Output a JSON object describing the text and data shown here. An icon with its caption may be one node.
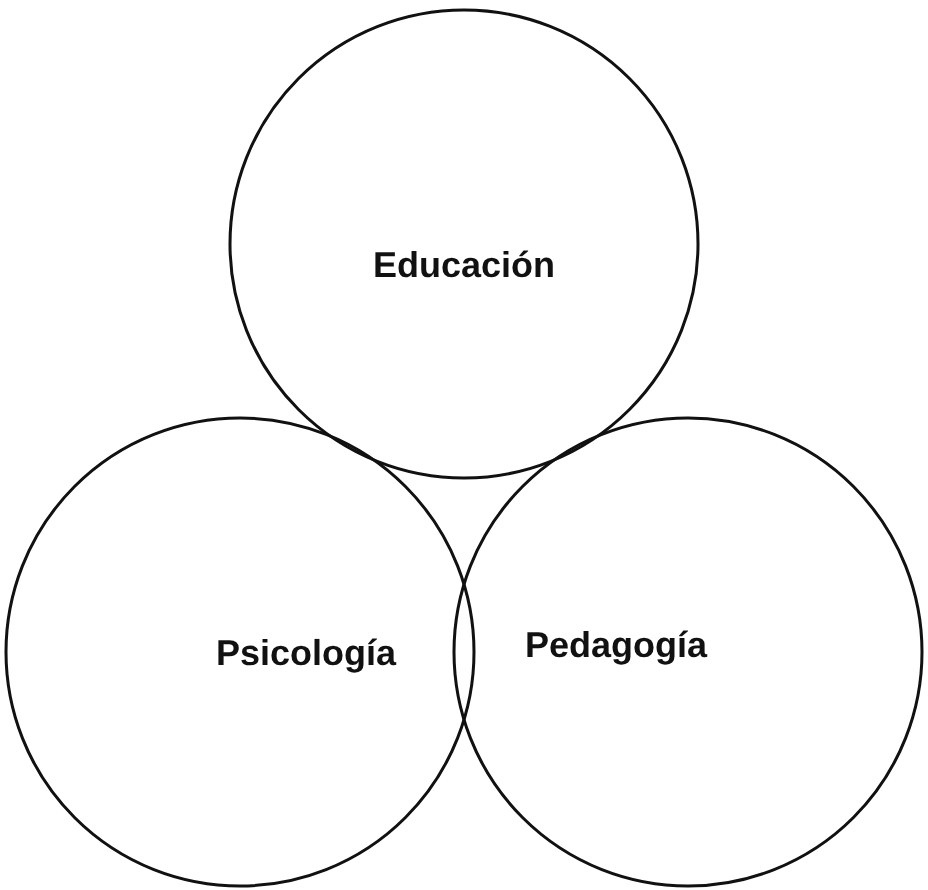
{
  "diagram": {
    "nodes": [
      {
        "text": [
          "Educación"
        ]
      },
      {
        "text": [
          "Psicología"
        ]
      },
      {
        "text": [
          "Pedagogía"
        ]
      }
    ],
    "edges": []
  }
}
